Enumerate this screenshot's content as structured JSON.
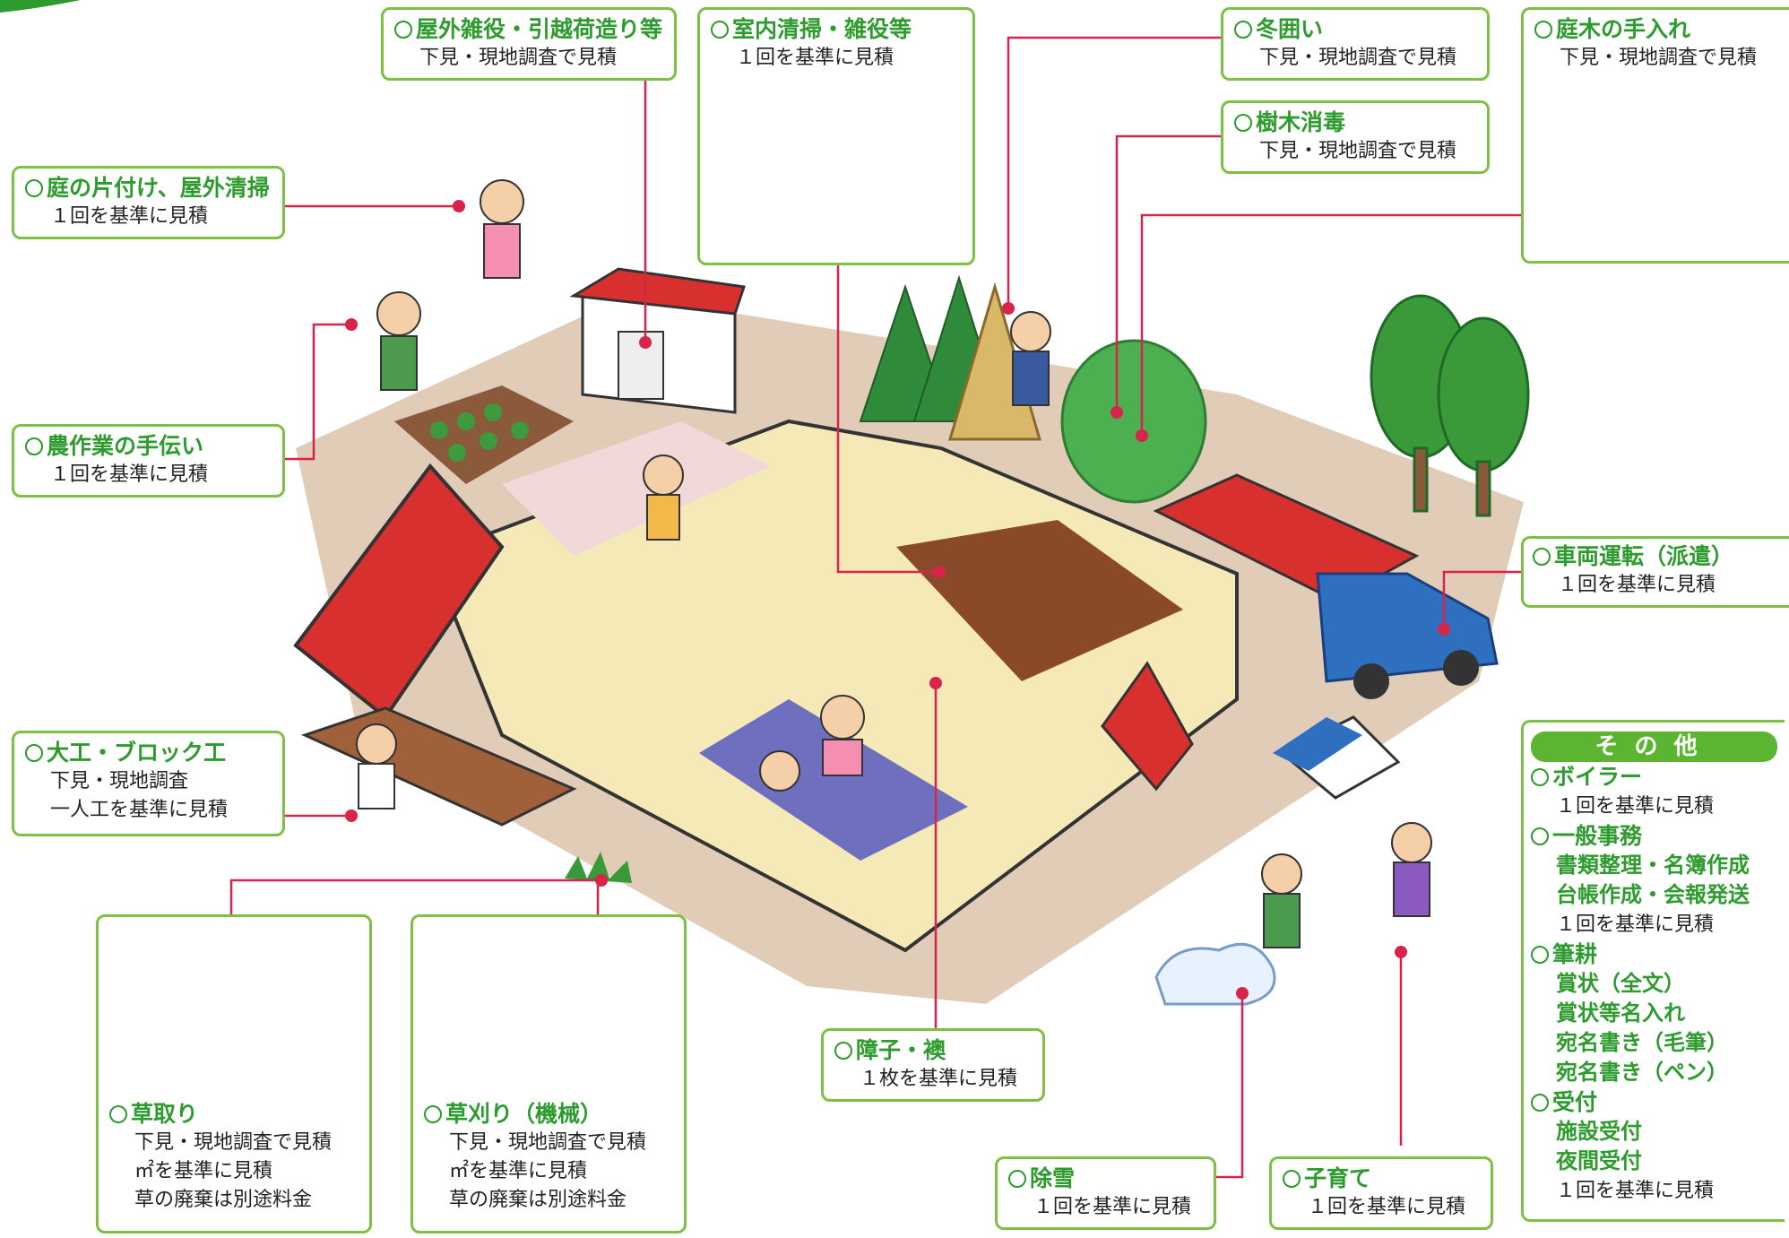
{
  "boxes": {
    "garden_clean": {
      "title": "庭の片付け、屋外清掃",
      "lines": [
        "１回を基準に見積"
      ]
    },
    "outdoor_chores": {
      "title": "屋外雑役・引越荷造り等",
      "lines": [
        "下見・現地調査で見積"
      ]
    },
    "indoor_clean": {
      "title": "室内清掃・雑役等",
      "lines": [
        "１回を基準に見積"
      ]
    },
    "winter_cover": {
      "title": "冬囲い",
      "lines": [
        "下見・現地調査で見積"
      ]
    },
    "tree_disinfect": {
      "title": "樹木消毒",
      "lines": [
        "下見・現地調査で見積"
      ]
    },
    "garden_trees": {
      "title": "庭木の手入れ",
      "lines": [
        "下見・現地調査で見積"
      ]
    },
    "farm_help": {
      "title": "農作業の手伝い",
      "lines": [
        "１回を基準に見積"
      ]
    },
    "vehicle_driving": {
      "title": "車両運転（派遣）",
      "lines": [
        "１回を基準に見積"
      ]
    },
    "carpenter": {
      "title": "大工・ブロック工",
      "lines": [
        "下見・現地調査",
        "一人工を基準に見積"
      ]
    },
    "weeding": {
      "title": "草取り",
      "lines": [
        "下見・現地調査で見積",
        "㎡を基準に見積",
        "草の廃棄は別途料金"
      ]
    },
    "mowing": {
      "title": "草刈り（機械）",
      "lines": [
        "下見・現地調査で見積",
        "㎡を基準に見積",
        "草の廃棄は別途料金"
      ]
    },
    "shoji": {
      "title": "障子・襖",
      "lines": [
        "１枚を基準に見積"
      ]
    },
    "snow": {
      "title": "除雪",
      "lines": [
        "１回を基準に見積"
      ]
    },
    "childcare": {
      "title": "子育て",
      "lines": [
        "１回を基準に見積"
      ]
    }
  },
  "other": {
    "heading": "その他",
    "boiler": {
      "title": "ボイラー",
      "note": "１回を基準に見積"
    },
    "office": {
      "title": "一般事務",
      "sub": [
        "書類整理・名簿作成",
        "台帳作成・会報発送"
      ],
      "note": "１回を基準に見積"
    },
    "brush": {
      "title": "筆耕",
      "sub": [
        "賞状（全文）",
        "賞状等名入れ",
        "宛名書き（毛筆）",
        "宛名書き（ペン）"
      ]
    },
    "reception": {
      "title": "受付",
      "sub": [
        "施設受付",
        "夜間受付"
      ],
      "note": "１回を基準に見積"
    }
  },
  "colors": {
    "accent_green": "#2e9b2e",
    "border_green": "#7dc043",
    "leader_red": "#d8234a",
    "roof_red": "#d8302f",
    "house_cream": "#f6e9b8"
  }
}
